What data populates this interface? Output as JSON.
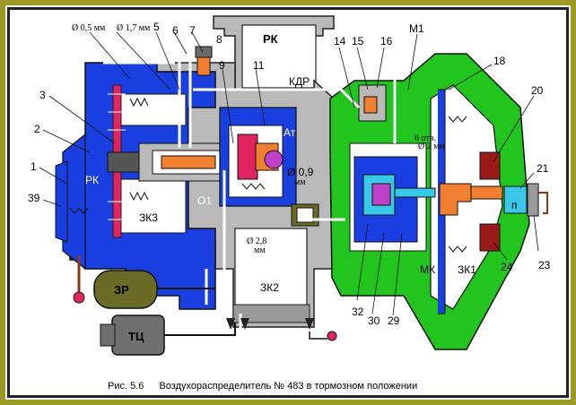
{
  "caption": {
    "figure": "Рис. 5.6",
    "title": "Воздухораспределитель № 483 в тормозном положении"
  },
  "labels": {
    "n1": "1",
    "n2": "2",
    "n3": "3",
    "n5": "5",
    "n6": "6",
    "n7": "7",
    "n8": "8",
    "n9": "9",
    "n11": "11",
    "n14": "14",
    "n15": "15",
    "n16": "16",
    "n18": "18",
    "n20": "20",
    "n21": "21",
    "n23": "23",
    "n24": "24",
    "n29": "29",
    "n30": "30",
    "n32": "32",
    "n39": "39",
    "m1": "М1",
    "d05": "Ø 0,5 мм",
    "d17": "Ø 1,7 мм",
    "rk_top": "РК",
    "kdr": "КДР",
    "at": "Ат",
    "d09": "Ø 0,9",
    "d09u": "мм",
    "rk_left": "РК",
    "zk3": "ЗК3",
    "o1": "О1",
    "d28": "Ø 2,8",
    "d28u": "мм",
    "zk2": "ЗК2",
    "otv": "6 отв.",
    "d2": "Ø 2 мм",
    "mk": "МК",
    "zk1": "ЗК1",
    "p": "п",
    "zr": "ЗР",
    "tc": "ТЦ"
  },
  "colors": {
    "blue": "#1a3fe0",
    "green": "#22c41e",
    "gray": "#b9b9b9",
    "darkgray": "#6f6f6f",
    "white": "#ffffff",
    "red": "#e0245e",
    "orange": "#f08030",
    "purple": "#c040c8",
    "cyan": "#3ac8e8",
    "olive": "#6b6b28",
    "darkred": "#9a1a1a",
    "frame": "#9a9a24"
  }
}
